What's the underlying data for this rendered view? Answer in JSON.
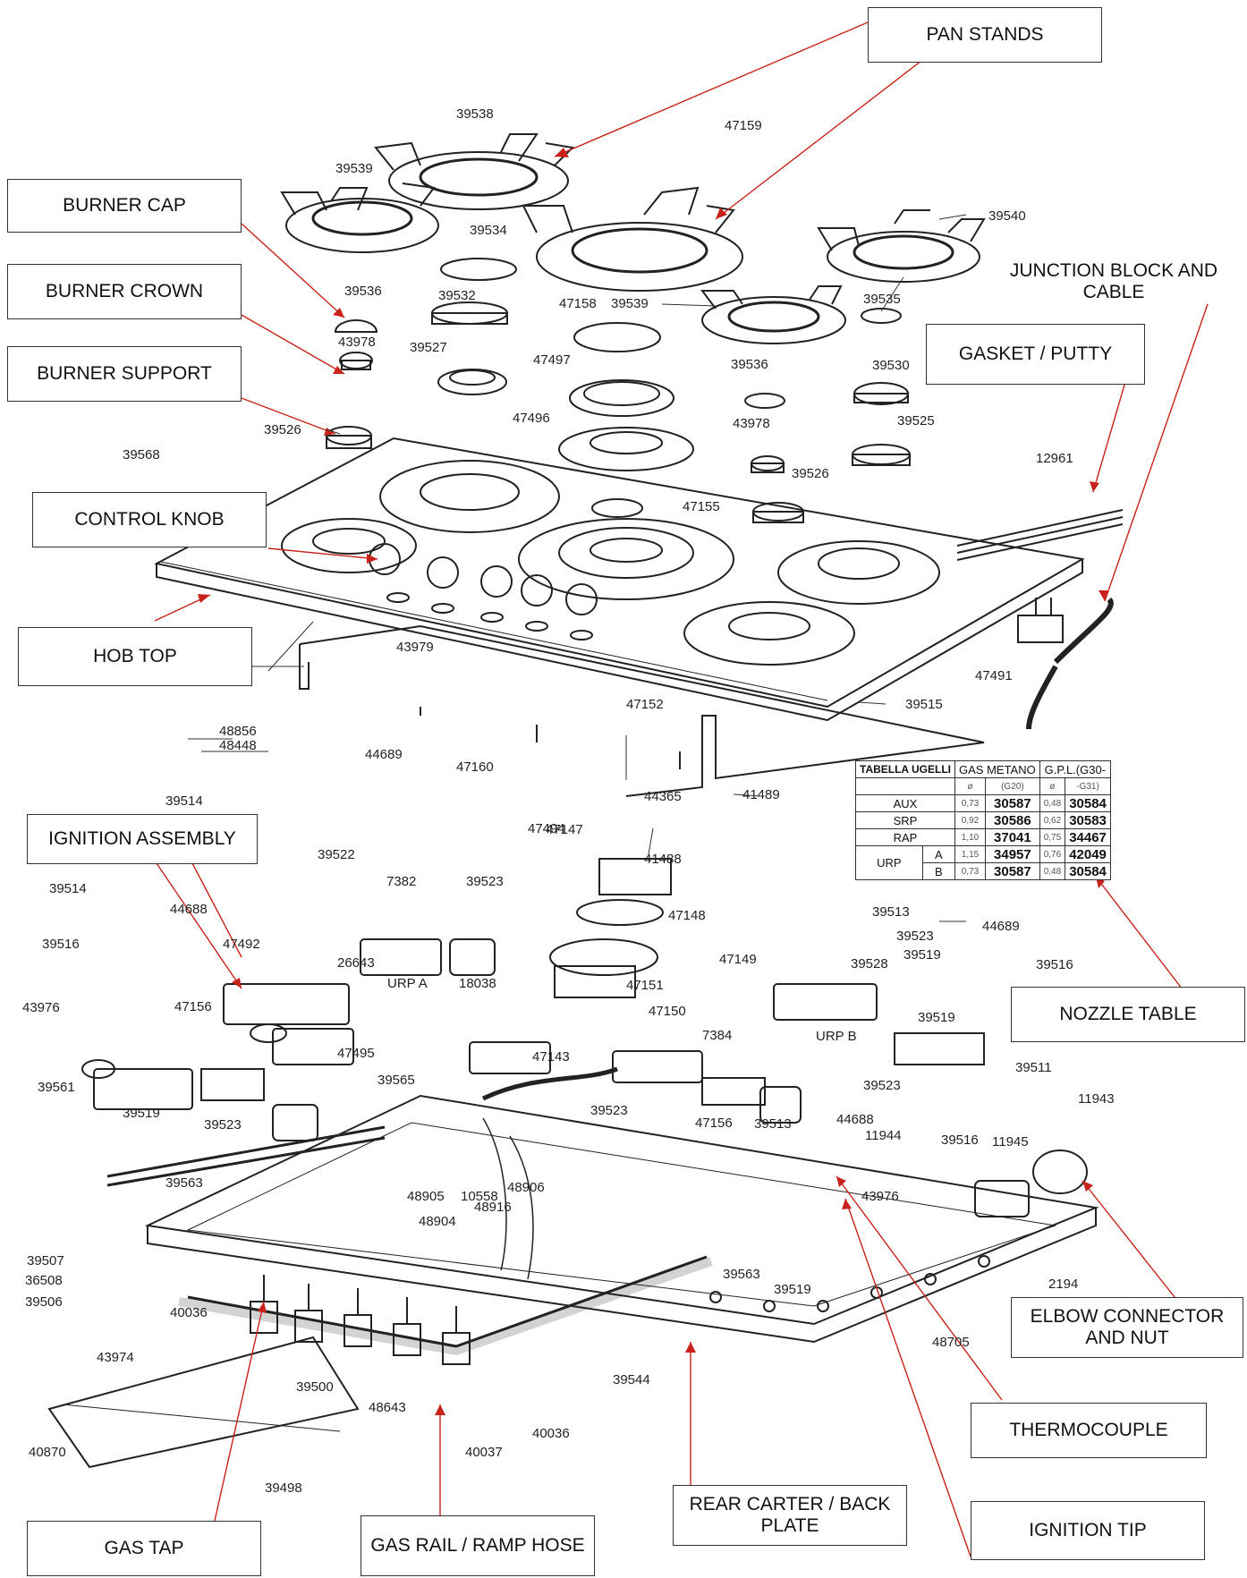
{
  "callouts": [
    {
      "id": "pan-stands",
      "text": "PAN STANDS"
    },
    {
      "id": "burner-cap",
      "text": "BURNER CAP"
    },
    {
      "id": "burner-crown",
      "text": "BURNER CROWN"
    },
    {
      "id": "burner-support",
      "text": "BURNER SUPPORT"
    },
    {
      "id": "junction-block",
      "text": "JUNCTION BLOCK AND CABLE"
    },
    {
      "id": "gasket-putty",
      "text": "GASKET / PUTTY"
    },
    {
      "id": "control-knob",
      "text": "CONTROL KNOB"
    },
    {
      "id": "hob-top",
      "text": "HOB TOP"
    },
    {
      "id": "ignition-assembly",
      "text": "IGNITION  ASSEMBLY"
    },
    {
      "id": "nozzle-table",
      "text": "NOZZLE TABLE"
    },
    {
      "id": "elbow-connector",
      "text": "ELBOW CONNECTOR AND NUT"
    },
    {
      "id": "thermocouple",
      "text": "THERMOCOUPLE"
    },
    {
      "id": "rear-carter",
      "text": "REAR CARTER / BACK PLATE"
    },
    {
      "id": "ignition-tip",
      "text": "IGNITION TIP"
    },
    {
      "id": "gas-tap",
      "text": "GAS TAP"
    },
    {
      "id": "gas-rail",
      "text": "GAS RAIL / RAMP HOSE"
    }
  ],
  "part_numbers": [
    "39538",
    "47159",
    "39539",
    "39540",
    "39534",
    "39536",
    "39532",
    "47158",
    "39539",
    "39535",
    "43978",
    "39527",
    "47497",
    "39536",
    "39530",
    "39526",
    "47496",
    "43978",
    "39525",
    "39568",
    "47155",
    "39526",
    "12961",
    "43979",
    "47491",
    "39515",
    "47152",
    "48856",
    "48448",
    "44689",
    "39514",
    "47160",
    "41489",
    "47494",
    "44365",
    "47147",
    "41488",
    "39522",
    "7382",
    "39523",
    "47148",
    "39513",
    "44689",
    "39514",
    "44688",
    "39523",
    "39516",
    "47492",
    "26643",
    "47149",
    "39528",
    "39519",
    "39516",
    "43976",
    "47156",
    "URP A",
    "18038",
    "47151",
    "47150",
    "URP B",
    "39519",
    "47495",
    "47143",
    "7384",
    "39523",
    "39511",
    "39561",
    "39565",
    "39523",
    "47156",
    "39513",
    "44688",
    "11943",
    "39519",
    "39523",
    "11945",
    "39516",
    "11944",
    "39563",
    "48906",
    "43976",
    "48905",
    "10558",
    "48904",
    "39563",
    "2194",
    "39507",
    "39519",
    "36508",
    "48916",
    "39506",
    "40036",
    "48705",
    "43974",
    "39544",
    "39500",
    "48643",
    "40870",
    "40037",
    "40036",
    "39498"
  ],
  "nozzle_table": {
    "header_left": "TABELLA UGELLI",
    "header_metano": "GAS METANO",
    "header_metano_sub": "(G20)",
    "header_gpl": "G.P.L.(G30-",
    "header_gpl_sub": "-G31)",
    "diam_symbol": "ø",
    "rows": [
      {
        "name": "AUX",
        "sub": "",
        "d1": "0,73",
        "p1": "30587",
        "d2": "0,48",
        "p2": "30584"
      },
      {
        "name": "SRP",
        "sub": "",
        "d1": "0,92",
        "p1": "30586",
        "d2": "0,62",
        "p2": "30583"
      },
      {
        "name": "RAP",
        "sub": "",
        "d1": "1,10",
        "p1": "37041",
        "d2": "0,75",
        "p2": "34467"
      },
      {
        "name": "URP",
        "sub": "A",
        "d1": "1,15",
        "p1": "34957",
        "d2": "0,76",
        "p2": "42049"
      },
      {
        "name": "",
        "sub": "B",
        "d1": "0,73",
        "p1": "30587",
        "d2": "0,48",
        "p2": "30584"
      }
    ]
  },
  "colors": {
    "leader": "#c8221b",
    "line": "#222222",
    "box_border": "#333333"
  }
}
